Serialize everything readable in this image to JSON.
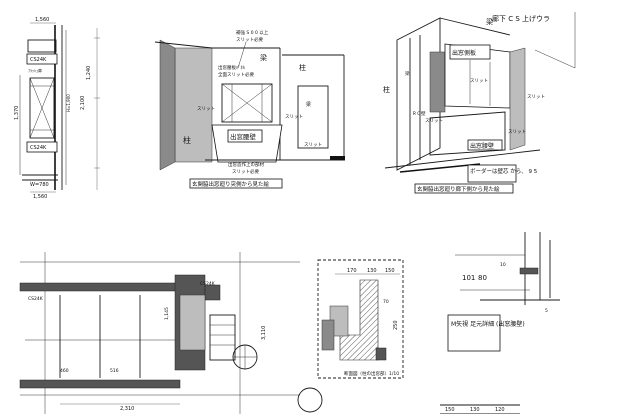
{
  "panel_section": {
    "dims": [
      "1,560",
      "1,240",
      "2,100",
      "1,370",
      "W=780",
      "1,560"
    ],
    "labels": [
      "CS24K",
      "CS24K",
      "ﾌﾗｯｼｭ扉",
      "H=1,900"
    ]
  },
  "panel_elevation": {
    "title": "玄関脇出窓廻り突側から見た絵",
    "callout": "出窓腰壁",
    "notes": [
      "補強 S 0 0 以上",
      "スリット必要",
      "出窓腰板ﾊﾟﾈﾙ",
      "全面スリット必要",
      "出窓造作上の部材",
      "スリット必要",
      "スリット",
      "スリット",
      "スリット"
    ],
    "wall_labels": [
      "柱",
      "柱",
      "梁",
      "梁"
    ]
  },
  "panel_perspective": {
    "title": "玄関脇出窓廻り廊下側から見た絵",
    "top_note": "廊下 C S 上げウラ",
    "callout": "ボーダーは壁芯 から、 9 5",
    "labels": [
      "出窓側板",
      "出窓腰壁",
      "柱",
      "梁"
    ],
    "notes": [
      "スリット",
      "スリット",
      "スリット",
      "スリット",
      "ＲＣ壁",
      "梁"
    ]
  },
  "panel_plan": {
    "labels": [
      "CS24K",
      "CS24K"
    ],
    "dims": [
      "3,110",
      "1,145",
      "516",
      "460",
      "2,310"
    ]
  },
  "panel_detail": {
    "dims": [
      "170",
      "130",
      "150",
      "250",
      "70"
    ],
    "caption": "断面図（柱の出窓部）1/10"
  },
  "panel_sill": {
    "callout": "M矢視 足元詳細 (出窓腰壁)",
    "dims": [
      "101",
      "80",
      "10",
      "5"
    ]
  },
  "panel_bottom": {
    "dims": [
      "150",
      "130",
      "120"
    ]
  }
}
